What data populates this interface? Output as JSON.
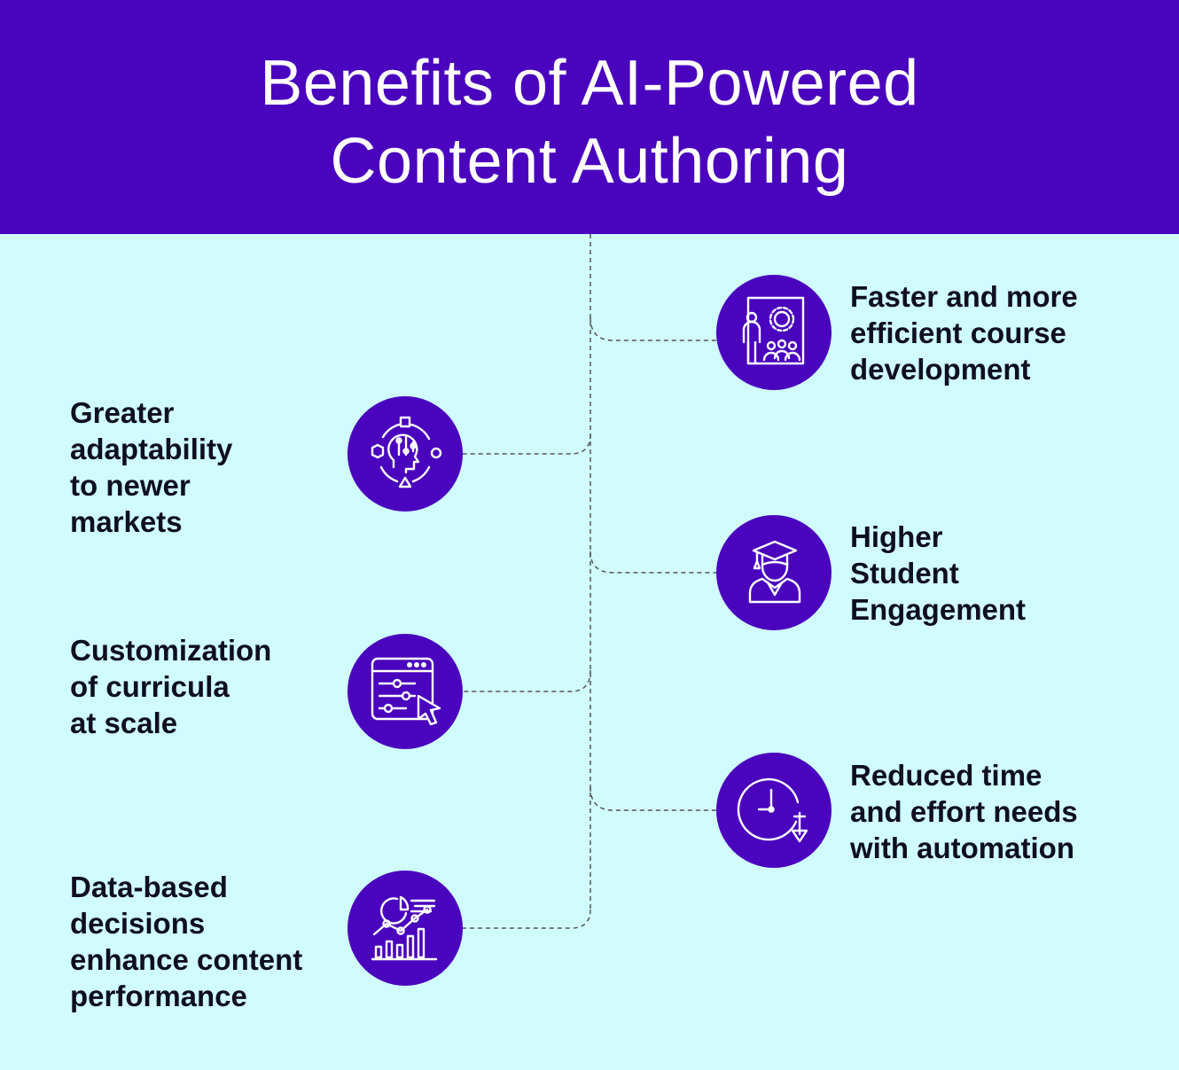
{
  "title": {
    "line1": "Benefits of AI-Powered",
    "line2": "Content Authoring"
  },
  "colors": {
    "header_bg": "#4a04bd",
    "page_bg": "#d0fcfd",
    "circle_bg": "#4a04bd",
    "text": "#0f0f1e",
    "connector": "#555555"
  },
  "benefits": [
    {
      "side": "right",
      "icon": "presentation-board-icon",
      "lines": [
        "Faster and more",
        "efficient course",
        "development"
      ]
    },
    {
      "side": "left",
      "icon": "ai-head-cycle-icon",
      "lines": [
        "Greater",
        "adaptability",
        "to newer",
        "markets"
      ]
    },
    {
      "side": "right",
      "icon": "graduate-student-icon",
      "lines": [
        "Higher",
        "Student",
        "Engagement"
      ]
    },
    {
      "side": "left",
      "icon": "settings-sliders-window-icon",
      "lines": [
        "Customization",
        "of curricula",
        "at scale"
      ]
    },
    {
      "side": "right",
      "icon": "clock-down-arrow-icon",
      "lines": [
        "Reduced time",
        "and effort needs",
        "with automation"
      ]
    },
    {
      "side": "left",
      "icon": "analytics-chart-icon",
      "lines": [
        "Data-based",
        "decisions",
        "enhance content",
        "performance"
      ]
    }
  ]
}
